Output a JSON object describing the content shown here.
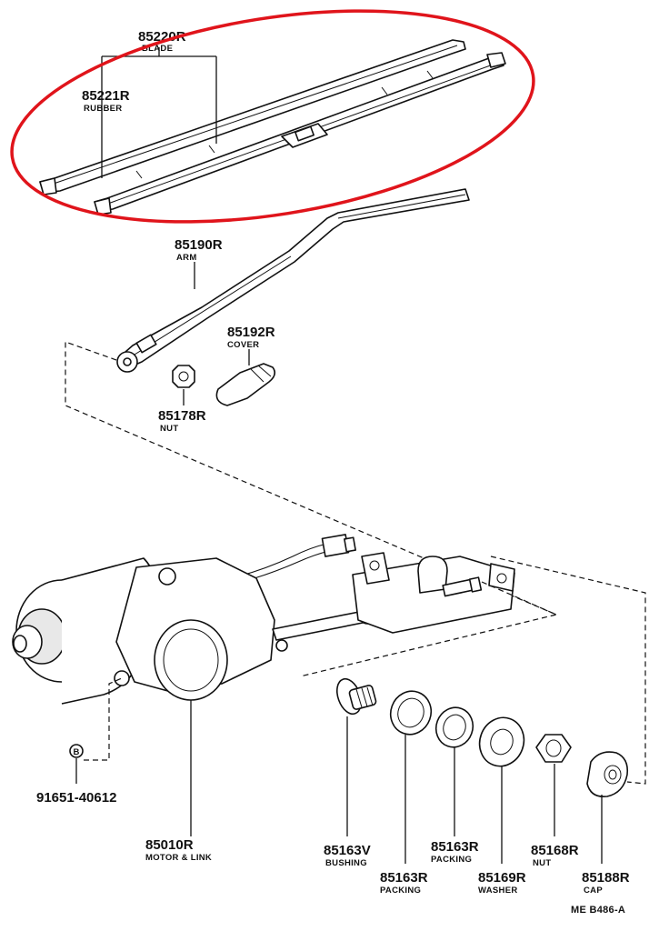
{
  "highlight": {
    "color": "#e0141b"
  },
  "labels": {
    "blade": {
      "part_no": "85220R",
      "name": "BLADE"
    },
    "rubber": {
      "part_no": "85221R",
      "name": "RUBBER"
    },
    "arm": {
      "part_no": "85190R",
      "name": "ARM"
    },
    "cover": {
      "part_no": "85192R",
      "name": "COVER"
    },
    "nut_arm": {
      "part_no": "85178R",
      "name": "NUT"
    },
    "bolt": {
      "part_no": "91651-40612",
      "name": ""
    },
    "motor": {
      "part_no": "85010R",
      "name": "MOTOR & LINK"
    },
    "bushing": {
      "part_no": "85163V",
      "name": "BUSHING"
    },
    "packing_a": {
      "part_no": "85163R",
      "name": "PACKING"
    },
    "packing_b": {
      "part_no": "85163R",
      "name": "PACKING"
    },
    "washer": {
      "part_no": "85169R",
      "name": "WASHER"
    },
    "nut": {
      "part_no": "85168R",
      "name": "NUT"
    },
    "cap": {
      "part_no": "85188R",
      "name": "CAP"
    }
  },
  "bolt_marker": "B",
  "figure_code": "ME  B486-A"
}
